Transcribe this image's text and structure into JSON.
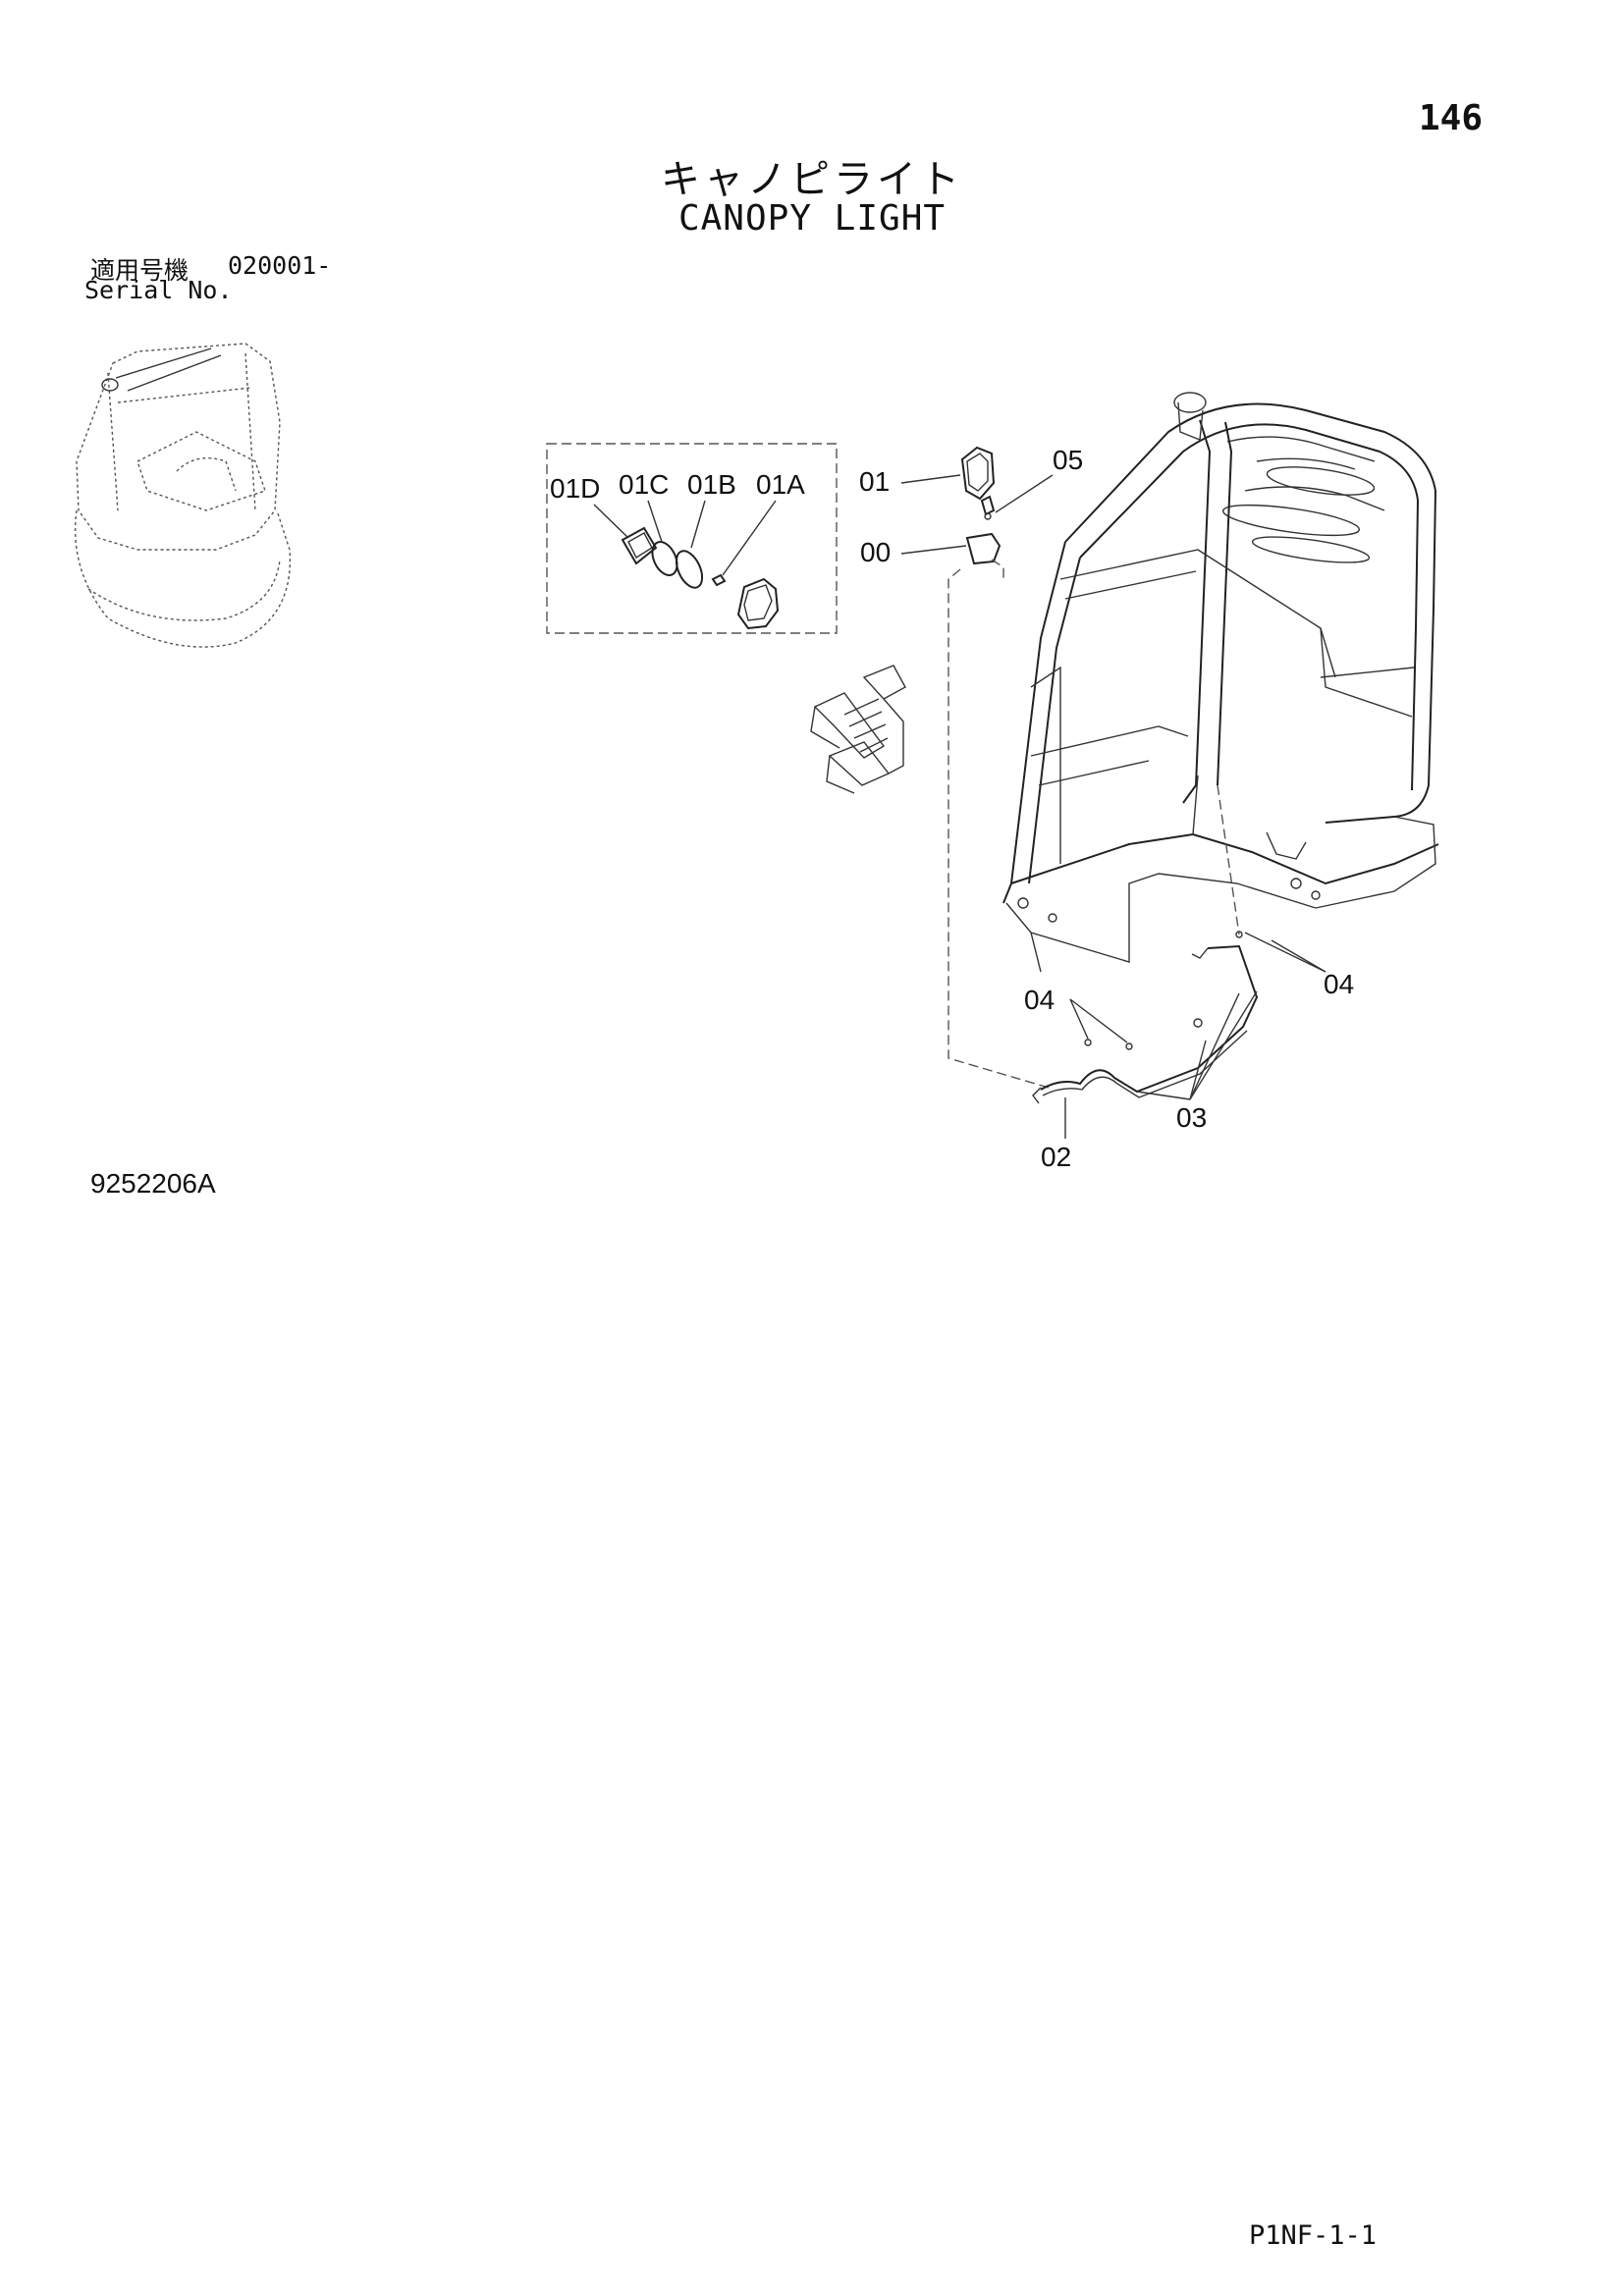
{
  "header": {
    "page_number": "146",
    "title_jp": "キャノピライト",
    "title_en": "CANOPY LIGHT"
  },
  "serial": {
    "label_jp": "適用号機",
    "value": "020001-",
    "label_en": "Serial No."
  },
  "callouts": {
    "c01D": "01D",
    "c01C": "01C",
    "c01B": "01B",
    "c01A": "01A",
    "c01": "01",
    "c05": "05",
    "c00": "00",
    "c04_right": "04",
    "c04_left": "04",
    "c03": "03",
    "c02": "02"
  },
  "footer": {
    "figure_number": "9252206A",
    "page_code": "P1NF-1-1"
  }
}
